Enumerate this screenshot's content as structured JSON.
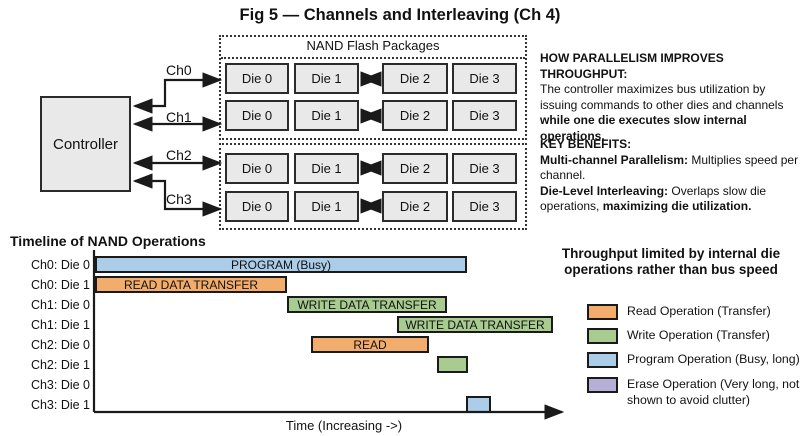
{
  "title": "Fig 5 — Channels and Interleaving (Ch 4)",
  "controller": {
    "label": "Controller"
  },
  "channels": [
    {
      "label": "Ch0"
    },
    {
      "label": "Ch1"
    },
    {
      "label": "Ch2"
    },
    {
      "label": "Ch3"
    }
  ],
  "nand": {
    "title": "NAND Flash Packages",
    "rows": [
      {
        "dies": [
          "Die 0",
          "Die 1",
          "Die 2",
          "Die 3"
        ]
      },
      {
        "dies": [
          "Die 0",
          "Die 1",
          "Die 2",
          "Die 3"
        ]
      },
      {
        "dies": [
          "Die 0",
          "Die 1",
          "Die 2",
          "Die 3"
        ]
      },
      {
        "dies": [
          "Die 0",
          "Die 1",
          "Die 2",
          "Die 3"
        ]
      }
    ]
  },
  "throughput_note": {
    "heading": "HOW PARALLELISM IMPROVES THROUGHPUT:",
    "body_normal": "The controller maximizes bus utilization by issuing commands to other dies and channels ",
    "body_bold": "while one die executes slow internal operations."
  },
  "key_benefits": {
    "heading": "KEY BENEFITS:",
    "item1_bold": "Multi-channel Parallelism:",
    "item1_normal": " Multiplies speed per channel.",
    "item2_bold": "Die-Level Interleaving:",
    "item2_normal": " Overlaps slow die operations, ",
    "item2_bold2": "maximizing die utilization."
  },
  "timeline": {
    "title": "Timeline of NAND Operations",
    "row_labels": [
      "Ch0: Die 0",
      "Ch0: Die 1",
      "Ch1: Die 0",
      "Ch1: Die 1",
      "Ch2: Die 0",
      "Ch2: Die 1",
      "Ch3: Die 0",
      "Ch3: Die 1"
    ],
    "bars": [
      {
        "row": "Ch0: Die 0",
        "label": "PROGRAM (Busy)",
        "type": "program"
      },
      {
        "row": "Ch0: Die 1",
        "label": "READ DATA TRANSFER",
        "type": "read"
      },
      {
        "row": "Ch1: Die 0",
        "label": "WRITE DATA TRANSFER",
        "type": "write"
      },
      {
        "row": "Ch1: Die 1",
        "label": "WRITE DATA TRANSFER",
        "type": "write"
      },
      {
        "row": "Ch2: Die 0",
        "label": "READ",
        "type": "read"
      },
      {
        "row": "Ch2: Die 1",
        "label": "",
        "type": "write"
      },
      {
        "row": "Ch3: Die 1",
        "label": "",
        "type": "program"
      }
    ],
    "axis_label": "Time (Increasing ->)"
  },
  "summary": "Throughput limited by internal die operations rather than bus speed",
  "legend": {
    "items": [
      {
        "type": "read",
        "label": "Read Operation (Transfer)"
      },
      {
        "type": "write",
        "label": "Write Operation (Transfer)"
      },
      {
        "type": "program",
        "label": "Program Operation (Busy, long)"
      },
      {
        "type": "erase",
        "label": "Erase Operation (Very long, not shown to avoid clutter)"
      }
    ]
  },
  "colors": {
    "read": "#F2AC6B",
    "write": "#A8CB90",
    "program": "#ABCDE8",
    "erase": "#B6B0D7",
    "box_fill": "#E9E9E9",
    "line": "#1A1A1A"
  },
  "chart_data": {
    "type": "gantt",
    "title": "Timeline of NAND Operations",
    "xlabel": "Time (Increasing ->)",
    "x_units": "relative time (0-100, unlabeled axis)",
    "rows": [
      "Ch0: Die 0",
      "Ch0: Die 1",
      "Ch1: Die 0",
      "Ch1: Die 1",
      "Ch2: Die 0",
      "Ch2: Die 1",
      "Ch3: Die 0",
      "Ch3: Die 1"
    ],
    "bars": [
      {
        "row": "Ch0: Die 0",
        "label": "PROGRAM (Busy)",
        "operation": "program",
        "start": 0,
        "end": 78
      },
      {
        "row": "Ch0: Die 1",
        "label": "READ DATA TRANSFER",
        "operation": "read",
        "start": 0,
        "end": 40
      },
      {
        "row": "Ch1: Die 0",
        "label": "WRITE DATA TRANSFER",
        "operation": "write",
        "start": 40,
        "end": 74
      },
      {
        "row": "Ch1: Die 1",
        "label": "WRITE DATA TRANSFER",
        "operation": "write",
        "start": 64,
        "end": 96
      },
      {
        "row": "Ch2: Die 0",
        "label": "READ",
        "operation": "read",
        "start": 46,
        "end": 70
      },
      {
        "row": "Ch2: Die 1",
        "label": "",
        "operation": "write",
        "start": 72,
        "end": 79
      },
      {
        "row": "Ch3: Die 1",
        "label": "",
        "operation": "program",
        "start": 78,
        "end": 83
      }
    ],
    "legend_position": "right",
    "grid": false
  }
}
